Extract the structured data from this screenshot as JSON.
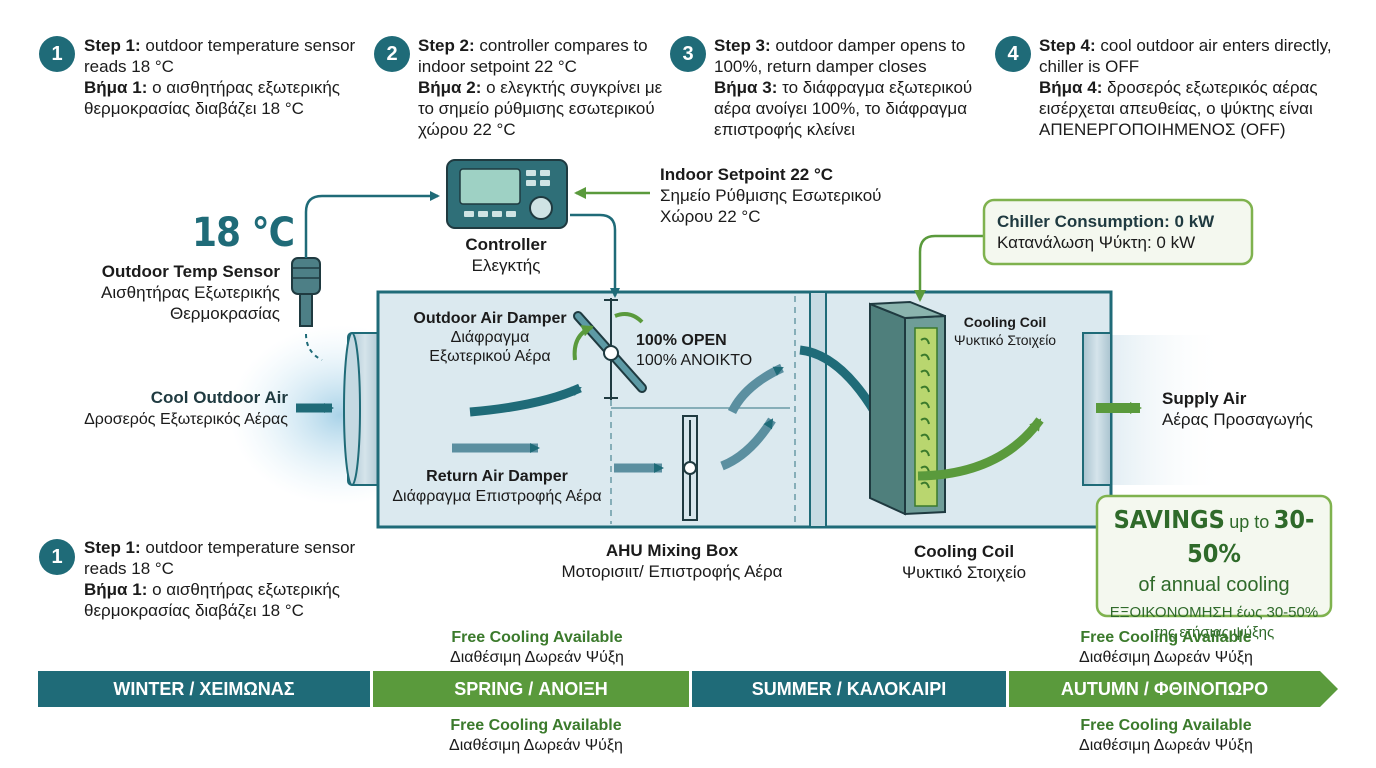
{
  "steps_top": [
    {
      "num": "1",
      "title": "Step 1:",
      "text": "outdoor temperature sensor reads 18 °C",
      "gr_title": "Βήμα 1:",
      "gr_text": "ο αισθητήρας εξωτερικής θερμοκρασίας διαβάζει 18 °C"
    },
    {
      "num": "2",
      "title": "Step 2:",
      "text": "controller compares to indoor setpoint 22 °C",
      "gr_title": "Βήμα 2:",
      "gr_text": "ο ελεγκτής συγκρίνει με το σημείο ρύθμισης εσωτερικού χώρου 22 °C"
    },
    {
      "num": "3",
      "title": "Step 3:",
      "text": "outdoor damper opens to 100%, return damper closes",
      "gr_title": "Βήμα 3:",
      "gr_text": "το διάφραγμα εξωτερικού αέρα ανοίγει 100%, το διάφραγμα επιστροφής κλείνει"
    },
    {
      "num": "4",
      "title": "Step 4:",
      "text": "cool outdoor air enters directly, chiller is OFF",
      "gr_title": "Βήμα 4:",
      "gr_text": "δροσερός εξωτερικός αέρας εισέρχεται απευθείας, ο ψύκτης είναι ΑΠΕΝΕΡΓΟΠΟΙΗΜΕΝΟΣ (OFF)"
    }
  ],
  "step_bottom": {
    "num": "1",
    "title": "Step 1:",
    "text": "outdoor temperature sensor reads 18 °C",
    "gr_title": "Βήμα 1:",
    "gr_text": "ο αισθητήρας εξωτερικής θερμοκρασίας διαβάζει 18 °C"
  },
  "sensor": {
    "temp": "18 °C",
    "label": "Outdoor Temp Sensor",
    "label_gr": "Αισθητήρας Εξωτερικής Θερμοκρασίας"
  },
  "controller": {
    "label": "Controller",
    "label_gr": "Ελεγκτής"
  },
  "setpoint": {
    "label": "Indoor Setpoint 22 °C",
    "label_gr": "Σημείο Ρύθμισης Εσωτερικού Χώρου 22 °C"
  },
  "chiller": {
    "label": "Chiller Consumption: 0 kW",
    "label_gr": "Κατανάλωση Ψύκτη: 0 kW"
  },
  "outdoor_air": {
    "label": "Cool Outdoor Air",
    "label_gr": "Δροσερός Εξωτερικός Αέρας"
  },
  "outdoor_damper": {
    "label": "Outdoor Air Damper",
    "label_gr": "Διάφραγμα Εξωτερικού Αέρα",
    "status": "100% OPEN",
    "status_gr": "100% ΑΝΟΙΚΤΟ"
  },
  "return_damper": {
    "label": "Return Air Damper",
    "label_gr": "Διάφραγμα Επιστροφής Αέρα"
  },
  "mixing_box": {
    "label": "AHU Mixing Box",
    "label_gr": "Μοτορισιιτ/ Επιστροφής Αέρα"
  },
  "cooling_coil_inner": {
    "label": "Cooling Coil",
    "label_gr": "Ψυκτικό Στοιχείο"
  },
  "cooling_coil": {
    "label": "Cooling Coil",
    "label_gr": "Ψυκτικό Στοιχείο"
  },
  "supply_air": {
    "label": "Supply Air",
    "label_gr": "Αέρας Προσαγωγής"
  },
  "savings": {
    "word": "SAVINGS",
    "mid": "up to",
    "pct": "30-50%",
    "line2": "of annual cooling",
    "gr1": "ΕΞΟΙΚΟΝΟΜΗΣΗ έως 30-50%",
    "gr2": "της ετήσιας ψύξης"
  },
  "seasons": [
    "WINTER / ΧΕΙΜΩΝΑΣ",
    "SPRING / ΑΝΟΙΞΗ",
    "SUMMER / ΚΑΛΟΚΑΙΡΙ",
    "AUTUMN / ΦΘΙΝΟΠΩΡΟ"
  ],
  "free_cooling": {
    "label": "Free Cooling Available",
    "label_gr": "Διαθέσιμη Δωρεάν Ψύξη"
  },
  "colors": {
    "teal": "#1f6b78",
    "green": "#4e8f36",
    "light_green": "#7fb24e",
    "box_fill": "#dbe9ef",
    "coil": "#5f8f8c"
  }
}
